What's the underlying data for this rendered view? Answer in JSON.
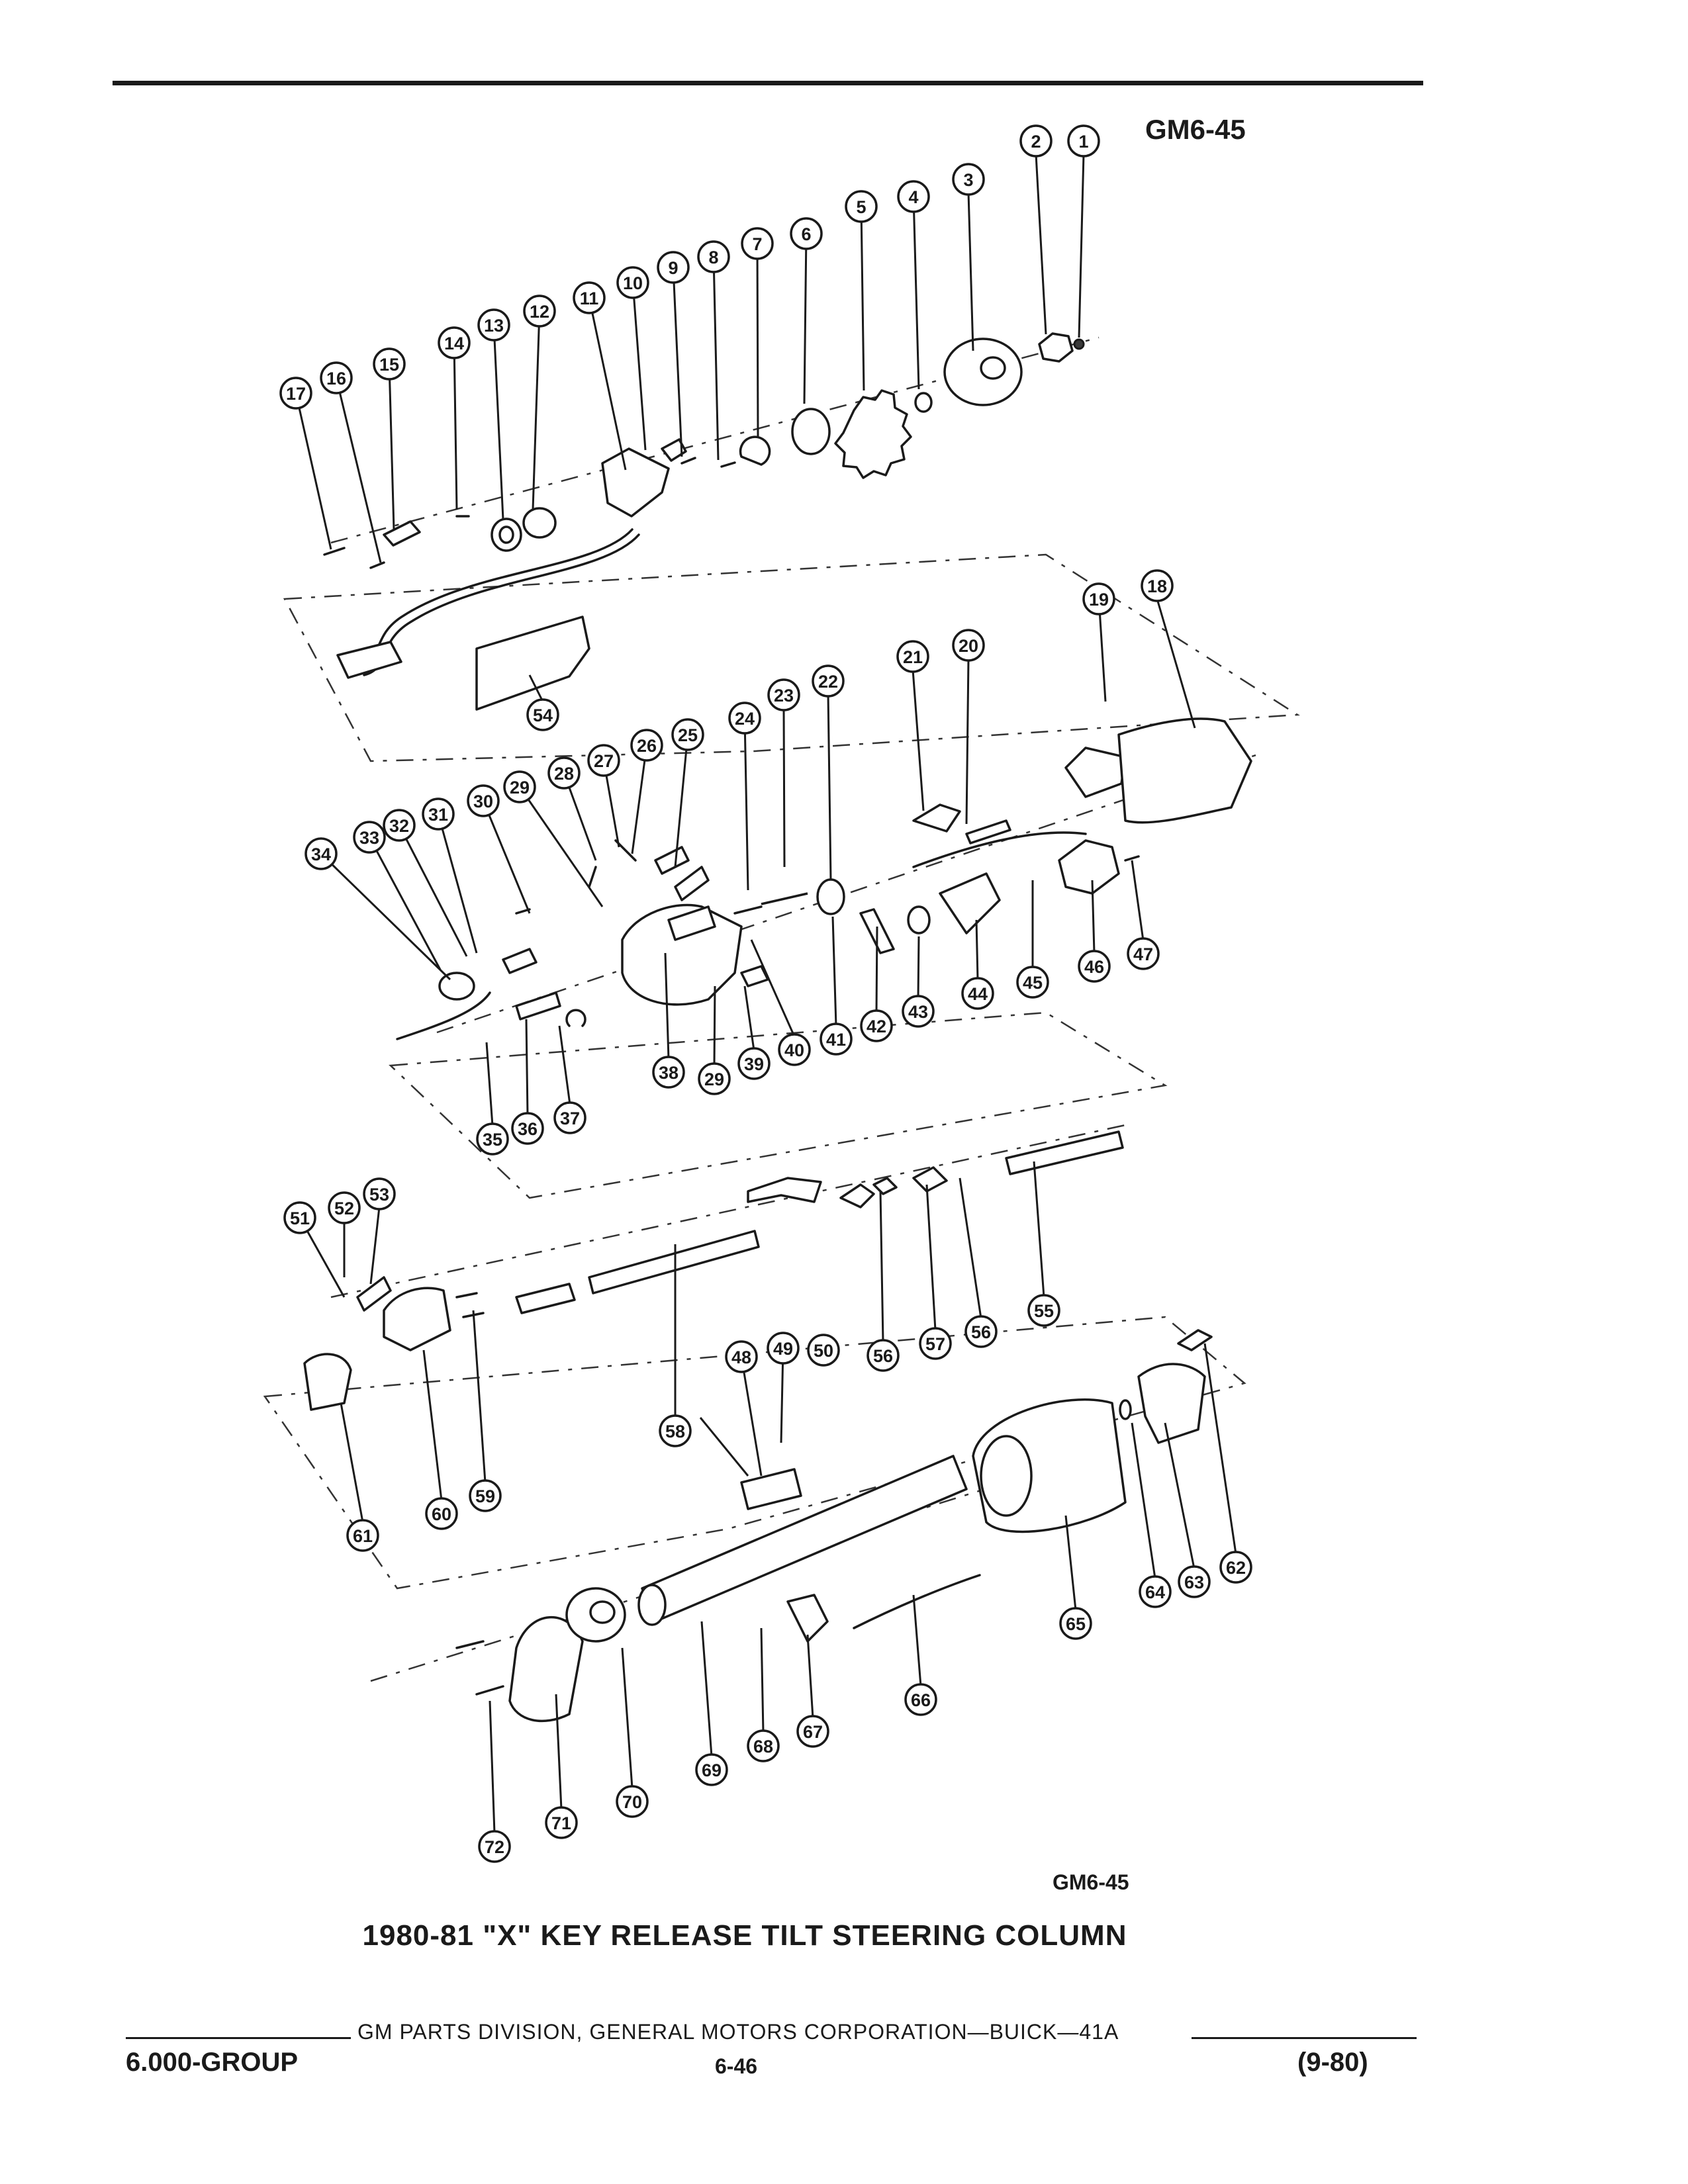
{
  "page": {
    "figure_code_top": "GM6-45",
    "figure_code_bottom": "GM6-45",
    "caption": "1980-81 \"X\" KEY RELEASE TILT STEERING COLUMN",
    "footer_center": "GM PARTS DIVISION, GENERAL MOTORS CORPORATION—BUICK—41A",
    "footer_group": "6.000-GROUP",
    "footer_page": "6-46",
    "footer_date": "(9-80)"
  },
  "callouts": [
    {
      "n": "1"
    },
    {
      "n": "2"
    },
    {
      "n": "3"
    },
    {
      "n": "4"
    },
    {
      "n": "5"
    },
    {
      "n": "6"
    },
    {
      "n": "7"
    },
    {
      "n": "8"
    },
    {
      "n": "9"
    },
    {
      "n": "10"
    },
    {
      "n": "11"
    },
    {
      "n": "12"
    },
    {
      "n": "13"
    },
    {
      "n": "14"
    },
    {
      "n": "15"
    },
    {
      "n": "16"
    },
    {
      "n": "17"
    },
    {
      "n": "18"
    },
    {
      "n": "19"
    },
    {
      "n": "20"
    },
    {
      "n": "21"
    },
    {
      "n": "22"
    },
    {
      "n": "23"
    },
    {
      "n": "24"
    },
    {
      "n": "25"
    },
    {
      "n": "26"
    },
    {
      "n": "27"
    },
    {
      "n": "28"
    },
    {
      "n": "29"
    },
    {
      "n": "30"
    },
    {
      "n": "31"
    },
    {
      "n": "32"
    },
    {
      "n": "33"
    },
    {
      "n": "34"
    },
    {
      "n": "35"
    },
    {
      "n": "36"
    },
    {
      "n": "37"
    },
    {
      "n": "38"
    },
    {
      "n": "29"
    },
    {
      "n": "39"
    },
    {
      "n": "40"
    },
    {
      "n": "41"
    },
    {
      "n": "42"
    },
    {
      "n": "43"
    },
    {
      "n": "44"
    },
    {
      "n": "45"
    },
    {
      "n": "46"
    },
    {
      "n": "47"
    },
    {
      "n": "48"
    },
    {
      "n": "49"
    },
    {
      "n": "50"
    },
    {
      "n": "51"
    },
    {
      "n": "52"
    },
    {
      "n": "53"
    },
    {
      "n": "54"
    },
    {
      "n": "55"
    },
    {
      "n": "56"
    },
    {
      "n": "57"
    },
    {
      "n": "56"
    },
    {
      "n": "58"
    },
    {
      "n": "59"
    },
    {
      "n": "60"
    },
    {
      "n": "61"
    },
    {
      "n": "62"
    },
    {
      "n": "63"
    },
    {
      "n": "64"
    },
    {
      "n": "65"
    },
    {
      "n": "66"
    },
    {
      "n": "67"
    },
    {
      "n": "68"
    },
    {
      "n": "69"
    },
    {
      "n": "70"
    },
    {
      "n": "71"
    },
    {
      "n": "72"
    }
  ]
}
